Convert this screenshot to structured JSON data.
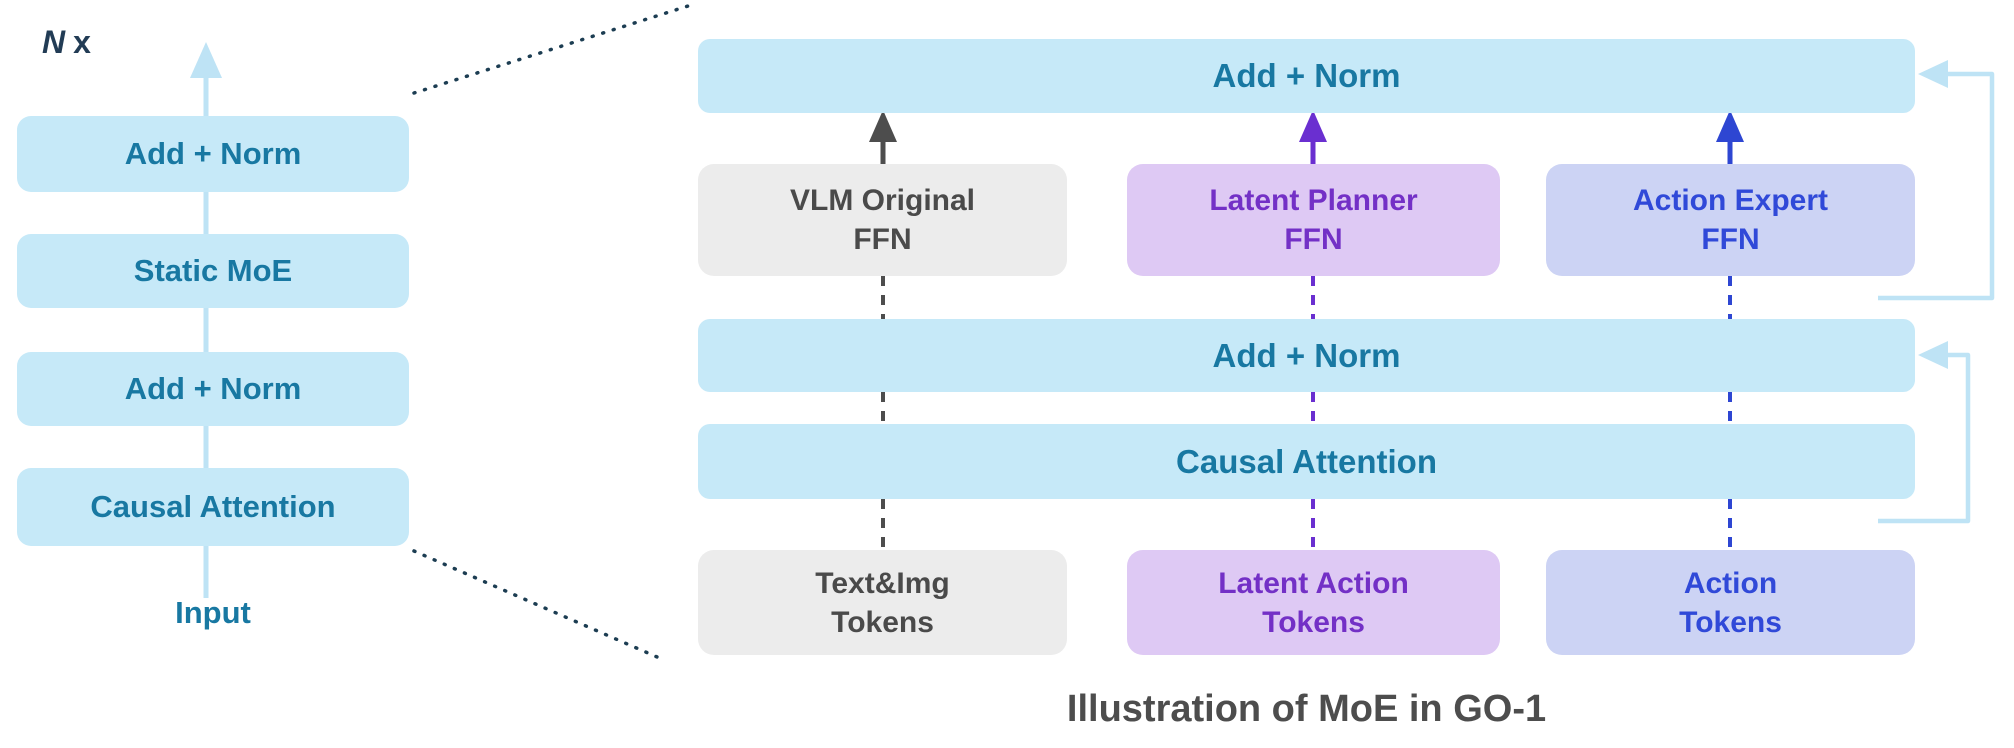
{
  "colors": {
    "canvas_bg": "#ffffff",
    "box_blue": "#c6e9f8",
    "teal_text": "#1878a2",
    "gray_box": "#ececec",
    "gray_text": "#4a4a4a",
    "purple_box": "#dec9f4",
    "purple_text": "#7330c6",
    "lavender_box": "#ccd3f4",
    "blue_text": "#3049d8",
    "gray_arrow": "#4d4d4d",
    "purple_arrow": "#6a2fd0",
    "blue_arrow": "#2e46d2",
    "skip_blue": "#bee3f5",
    "dotted_line": "#1c3d52",
    "caption_text": "#4d4d4d",
    "n_label": "#223c55"
  },
  "left_stack": {
    "repeat_label_n": "N",
    "repeat_label_x": "x",
    "blocks": [
      "Add + Norm",
      "Static MoE",
      "Add + Norm",
      "Causal Attention"
    ],
    "input_label": "Input"
  },
  "right_panel": {
    "top_add_norm": "Add + Norm",
    "mid_add_norm": "Add + Norm",
    "causal_attention": "Causal Attention",
    "ffn_boxes": [
      {
        "line1": "VLM Original",
        "line2": "FFN"
      },
      {
        "line1": "Latent Planner",
        "line2": "FFN"
      },
      {
        "line1": "Action Expert",
        "line2": "FFN"
      }
    ],
    "token_boxes": [
      {
        "line1": "Text&Img",
        "line2": "Tokens"
      },
      {
        "line1": "Latent Action",
        "line2": "Tokens"
      },
      {
        "line1": "Action",
        "line2": "Tokens"
      }
    ]
  },
  "caption": "Illustration of MoE in GO-1"
}
